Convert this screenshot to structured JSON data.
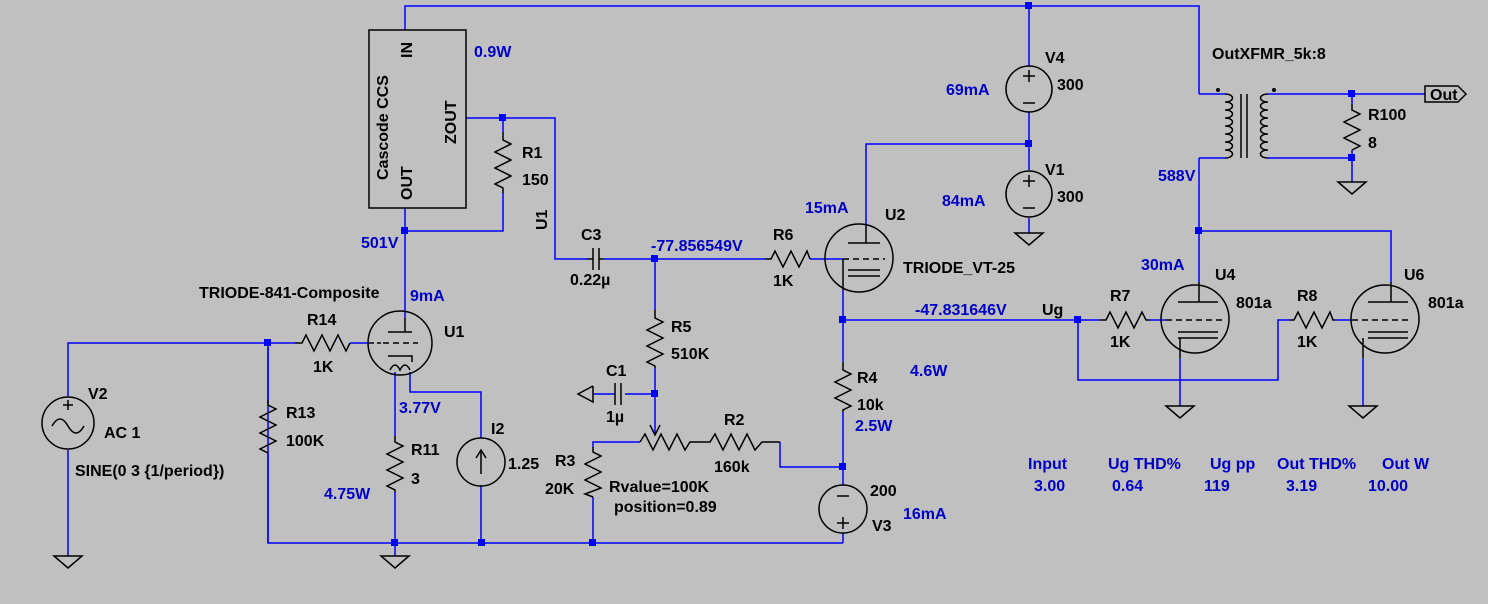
{
  "colors": {
    "background": "#c0c0c0",
    "wire": "#0000ff",
    "label": "#000000",
    "annotation": "#0000c8"
  },
  "components": {
    "u1": {
      "ref": "U1",
      "model": "TRIODE-841-Composite"
    },
    "u2": {
      "ref": "U2",
      "model": "TRIODE_VT-25"
    },
    "u4": {
      "ref": "U4",
      "model": "801a"
    },
    "u6": {
      "ref": "U6",
      "model": "801a"
    },
    "ccs": {
      "ref": "U1",
      "title": "Cascode CCS",
      "pin_in": "IN",
      "pin_out": "OUT",
      "pin_zout": "ZOUT"
    },
    "r1": {
      "ref": "R1",
      "value": "150"
    },
    "r2": {
      "ref": "R2",
      "value": "160k"
    },
    "r3": {
      "ref": "R3",
      "value": "20K"
    },
    "r4": {
      "ref": "R4",
      "value": "10k"
    },
    "r5": {
      "ref": "R5",
      "value": "510K"
    },
    "r6": {
      "ref": "R6",
      "value": "1K"
    },
    "r7": {
      "ref": "R7",
      "value": "1K"
    },
    "r8": {
      "ref": "R8",
      "value": "1K"
    },
    "r11": {
      "ref": "R11",
      "value": "3"
    },
    "r13": {
      "ref": "R13",
      "value": "100K"
    },
    "r14": {
      "ref": "R14",
      "value": "1K"
    },
    "r100": {
      "ref": "R100",
      "value": "8"
    },
    "c1": {
      "ref": "C1",
      "value": "1µ"
    },
    "c3": {
      "ref": "C3",
      "value": "0.22µ"
    },
    "v1": {
      "ref": "V1",
      "value": "300"
    },
    "v2": {
      "ref": "V2",
      "value": "AC 1",
      "spec": "SINE(0 3 {1/period})"
    },
    "v3": {
      "ref": "V3",
      "value": "200"
    },
    "v4": {
      "ref": "V4",
      "value": "300"
    },
    "i2": {
      "ref": "I2",
      "value": "1.25"
    },
    "xfmr": {
      "ref": "OutXFMR_5k:8"
    },
    "pot": {
      "rvalue": "Rvalue=100K",
      "position": "position=0.89"
    },
    "out_port": "Out",
    "ug_net": "Ug"
  },
  "annotations": {
    "ccs_power": "0.9W",
    "v4_current": "69mA",
    "v1_current": "84mA",
    "u2_current": "15mA",
    "node_501": "501V",
    "u1_current": "9mA",
    "node_u2_grid": "-77.856549V",
    "node_ug": "-47.831646V",
    "u4_current": "30mA",
    "node_588": "588V",
    "node_377": "3.77V",
    "r11_power": "4.75W",
    "r4_power1": "4.6W",
    "r4_power2": "2.5W",
    "v3_current": "16mA"
  },
  "measurements": {
    "headers": [
      "Input",
      "Ug THD%",
      "Ug pp",
      "Out THD%",
      "Out W"
    ],
    "values": [
      "3.00",
      "0.64",
      "119",
      "3.19",
      "10.00"
    ]
  }
}
